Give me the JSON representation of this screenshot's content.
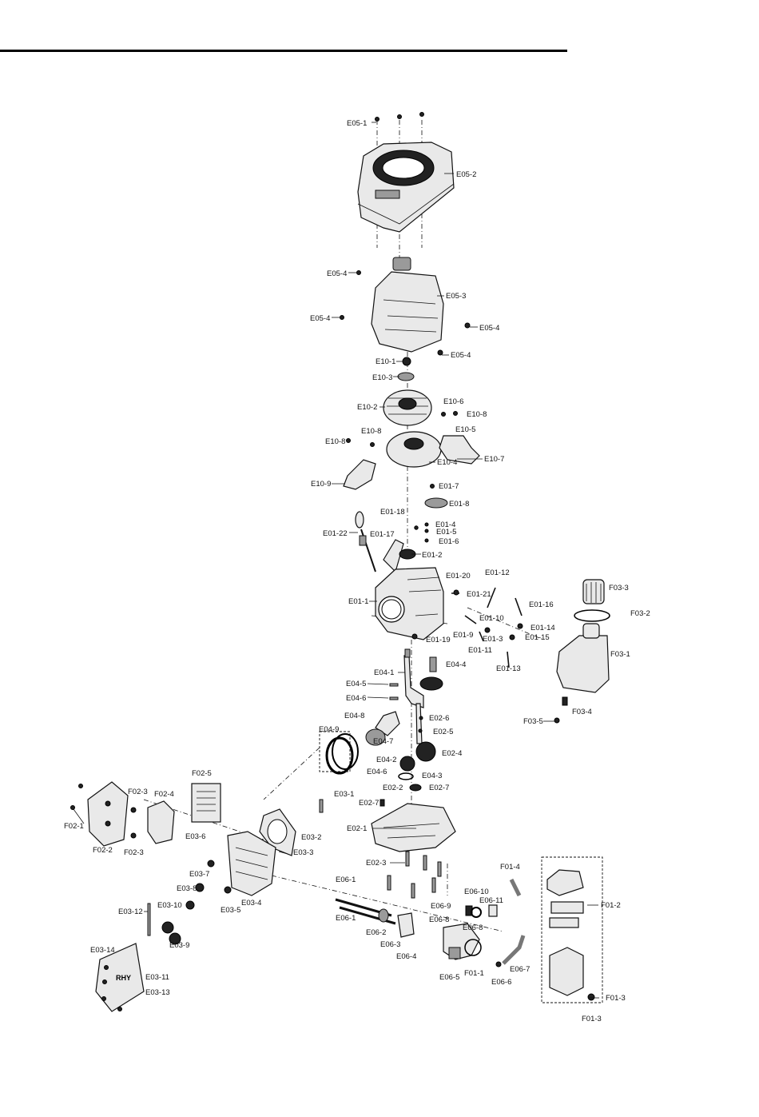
{
  "labels": {
    "E05_1": "E05-1",
    "E05_2": "E05-2",
    "E05_4a": "E05-4",
    "E05_3": "E05-3",
    "E05_4b": "E05-4",
    "E05_4c": "E05-4",
    "E05_4d": "E05-4",
    "E10_1": "E10-1",
    "E10_3": "E10-3",
    "E10_2": "E10-2",
    "E10_6": "E10-6",
    "E10_8a": "E10-8",
    "E10_5": "E10-5",
    "E10_8b": "E10-8",
    "E10_8c": "E10-8",
    "E10_4": "E10-4",
    "E10_7": "E10-7",
    "E10_9": "E10-9",
    "E01_7": "E01-7",
    "E01_8": "E01-8",
    "E01_18": "E01-18",
    "E01_4": "E01-4",
    "E01_5": "E01-5",
    "E01_22": "E01-22",
    "E01_17": "E01-17",
    "E01_6": "E01-6",
    "E01_2": "E01-2",
    "E01_20": "E01-20",
    "E01_12": "E01-12",
    "E01_21": "E01-21",
    "E01_1": "E01-1",
    "E01_16": "E01-16",
    "E01_10": "E01-10",
    "E01_14": "E01-14",
    "E01_3": "E01-3",
    "E01_15": "E01-15",
    "E01_9": "E01-9",
    "E01_19": "E01-19",
    "E01_11": "E01-11",
    "E01_13": "E01-13",
    "F03_3": "F03-3",
    "F03_2": "F03-2",
    "F03_1": "F03-1",
    "F03_4": "F03-4",
    "F03_5": "F03-5",
    "E04_1": "E04-1",
    "E04_4": "E04-4",
    "E04_5": "E04-5",
    "E04_6": "E04-6",
    "E04_8": "E04-8",
    "E02_6": "E02-6",
    "E04_9": "E04-9",
    "E02_5": "E02-5",
    "E04_7": "E04-7",
    "E02_4": "E02-4",
    "E04_2": "E04-2",
    "E04_3": "E04-3",
    "E04_6b": "E04-6",
    "E02_2": "E02-2",
    "E02_7a": "E02-7",
    "E02_7b": "E02-7",
    "F02_5": "F02-5",
    "F02_3a": "F02-3",
    "F02_4": "F02-4",
    "E03_1": "E03-1",
    "F02_1": "F02-1",
    "E02_1": "E02-1",
    "E03_2": "E03-2",
    "F02_2": "F02-2",
    "F02_3b": "F02-3",
    "E03_6": "E03-6",
    "E03_3": "E03-3",
    "E03_7": "E03-7",
    "E02_3": "E02-3",
    "F01_4": "F01-4",
    "E03_8": "E03-8",
    "E06_1a": "E06-1",
    "E06_10": "E06-10",
    "E03_10": "E03-10",
    "E03_12": "E03-12",
    "E03_5": "E03-5",
    "E03_4": "E03-4",
    "E06_11": "E06-11",
    "F01_2": "F01-2",
    "E06_9": "E06-9",
    "E06_1b": "E06-1",
    "E06_8": "E06-8",
    "E06_8b": "E06-8",
    "E06_2": "E06-2",
    "E03_9": "E03-9",
    "E06_3": "E06-3",
    "E03_14": "E03-14",
    "E06_4": "E06-4",
    "E03_11": "E03-11",
    "F01_1": "F01-1",
    "E06_7": "E06-7",
    "E06_5": "E06-5",
    "E06_6": "E06-6",
    "E03_13": "E03-13",
    "F01_3a": "F01-3",
    "F01_3b": "F01-3"
  },
  "logo_text": "RHY"
}
